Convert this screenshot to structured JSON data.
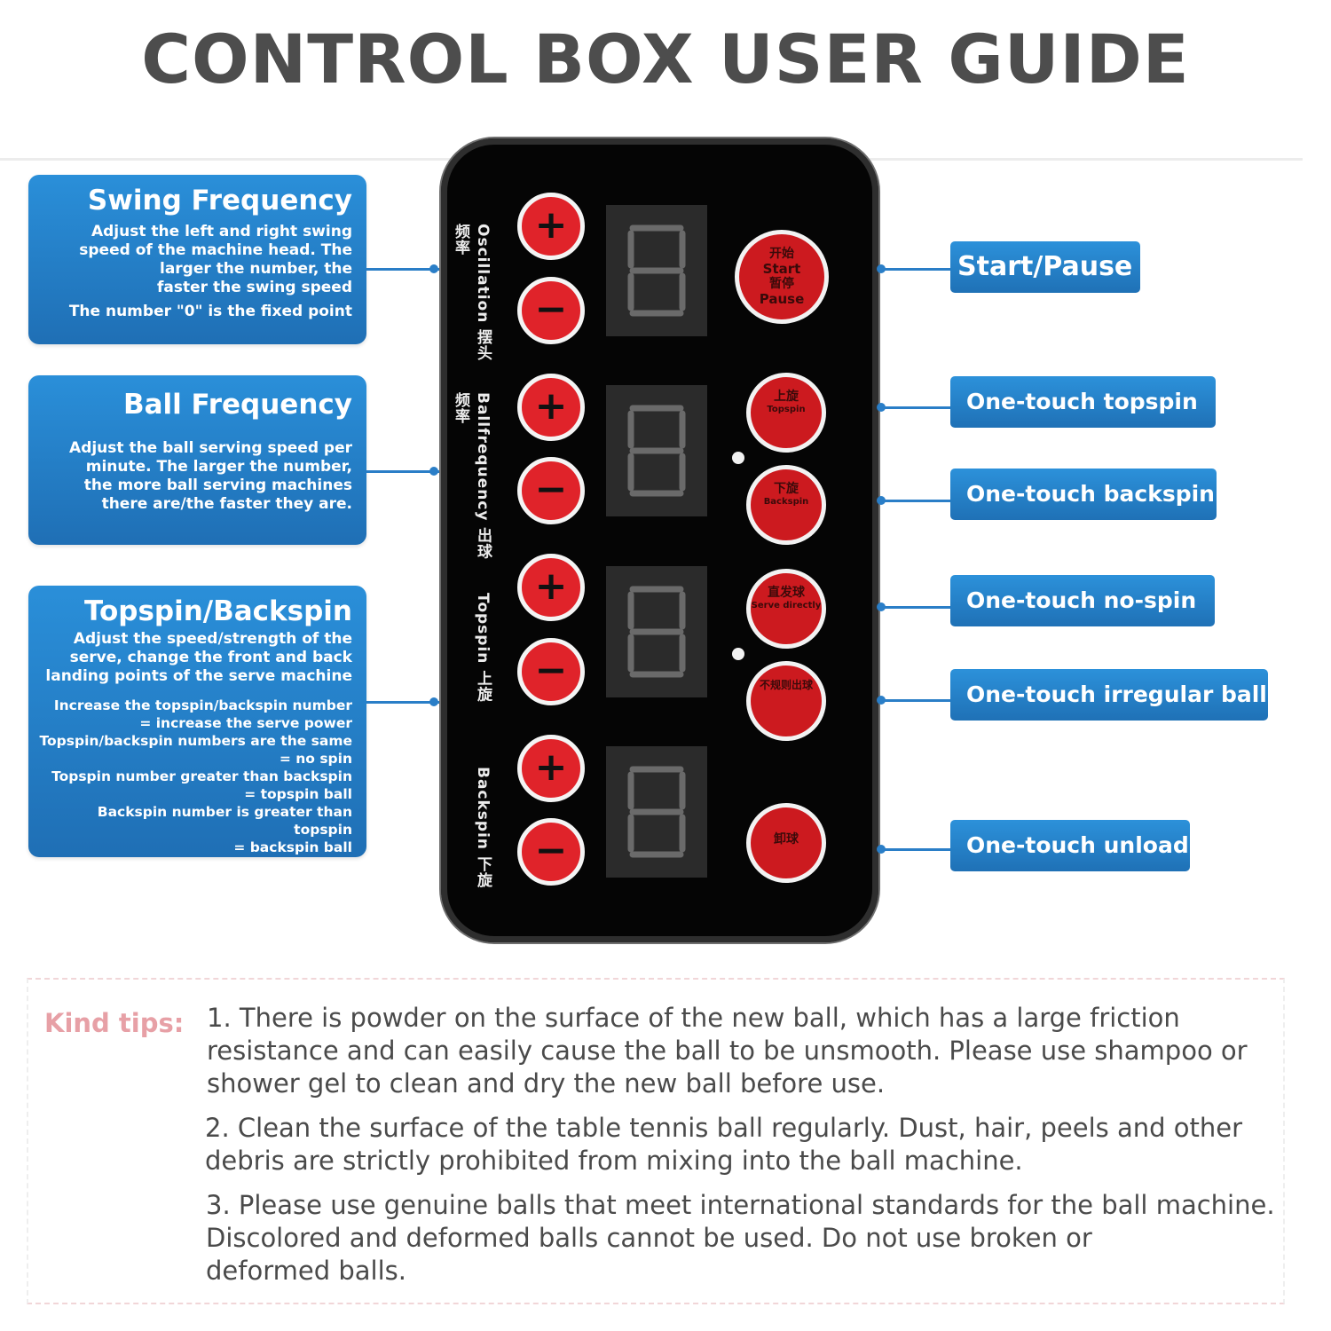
{
  "title": "CONTROL BOX USER GUIDE",
  "left_boxes": {
    "swing": {
      "title": "Swing Frequency",
      "desc_lines": [
        "Adjust the left and right swing",
        "speed of the machine head. The",
        "larger the number, the",
        "faster the swing speed"
      ],
      "note": "The number \"0\" is the fixed point"
    },
    "ball": {
      "title": "Ball Frequency",
      "desc_lines": [
        "Adjust the ball serving speed per",
        "minute. The larger the number,",
        "the more ball serving machines",
        "there are/the faster they are."
      ]
    },
    "spin": {
      "title": "Topspin/Backspin",
      "desc_lines": [
        "Adjust the speed/strength of the",
        "serve, change the front and back",
        "landing points of the serve machine"
      ],
      "rules": [
        "Increase the topspin/backspin number",
        "= increase the serve power",
        "Topspin/backspin numbers are the same",
        "= no spin",
        "Topspin number greater than backspin",
        "= topspin ball",
        "Backspin number is greater than topspin",
        "= backspin ball"
      ]
    }
  },
  "panel": {
    "plus": "+",
    "minus": "−",
    "side_labels": [
      {
        "en": "Oscillation",
        "cn": "摆头频率"
      },
      {
        "en": "Ballfrequency",
        "cn": "出球频率"
      },
      {
        "en": "Topspin",
        "cn": "上旋"
      },
      {
        "en": "Backspin",
        "cn": "下旋"
      }
    ],
    "displays": [
      "8",
      "8",
      "8",
      "8"
    ],
    "buttons": {
      "start": {
        "cn_top": "开始",
        "en_top": "Start",
        "cn_bottom": "暂停",
        "en_bottom": "Pause"
      },
      "topspin": {
        "cn": "上旋",
        "en": "Topspin"
      },
      "backspin": {
        "cn": "下旋",
        "en": "Backspin"
      },
      "nospin": {
        "cn": "直发球",
        "en": "Serve directly"
      },
      "irregular": {
        "cn": "不规则出球",
        "en": ""
      },
      "unload": {
        "cn": "卸球",
        "en": ""
      }
    }
  },
  "right_tags": {
    "start_pause": "Start/Pause",
    "topspin": "One-touch topspin",
    "backspin": "One-touch backspin",
    "nospin": "One-touch no-spin",
    "irregular": "One-touch irregular ball",
    "unload": "One-touch unload"
  },
  "tips": {
    "label": "Kind tips:",
    "items": [
      [
        "1. There is powder on the surface of the new ball, which has a large friction",
        "resistance and can easily cause the ball to be unsmooth. Please use shampoo or",
        "shower gel to clean and dry the new ball before use."
      ],
      [
        "2. Clean the surface of the table tennis ball regularly. Dust, hair, peels and other",
        "debris are strictly prohibited from mixing into the ball machine."
      ],
      [
        "3. Please use genuine balls that meet international standards for the ball machine.",
        "Discolored and deformed balls cannot be used. Do not use broken or",
        "deformed balls."
      ]
    ]
  },
  "colors": {
    "blue_box": "#1f6fb5",
    "panel_bg": "#050505",
    "button_red": "#e0232a",
    "tips_label": "#e7a0a6",
    "title": "#4d4d4d"
  }
}
